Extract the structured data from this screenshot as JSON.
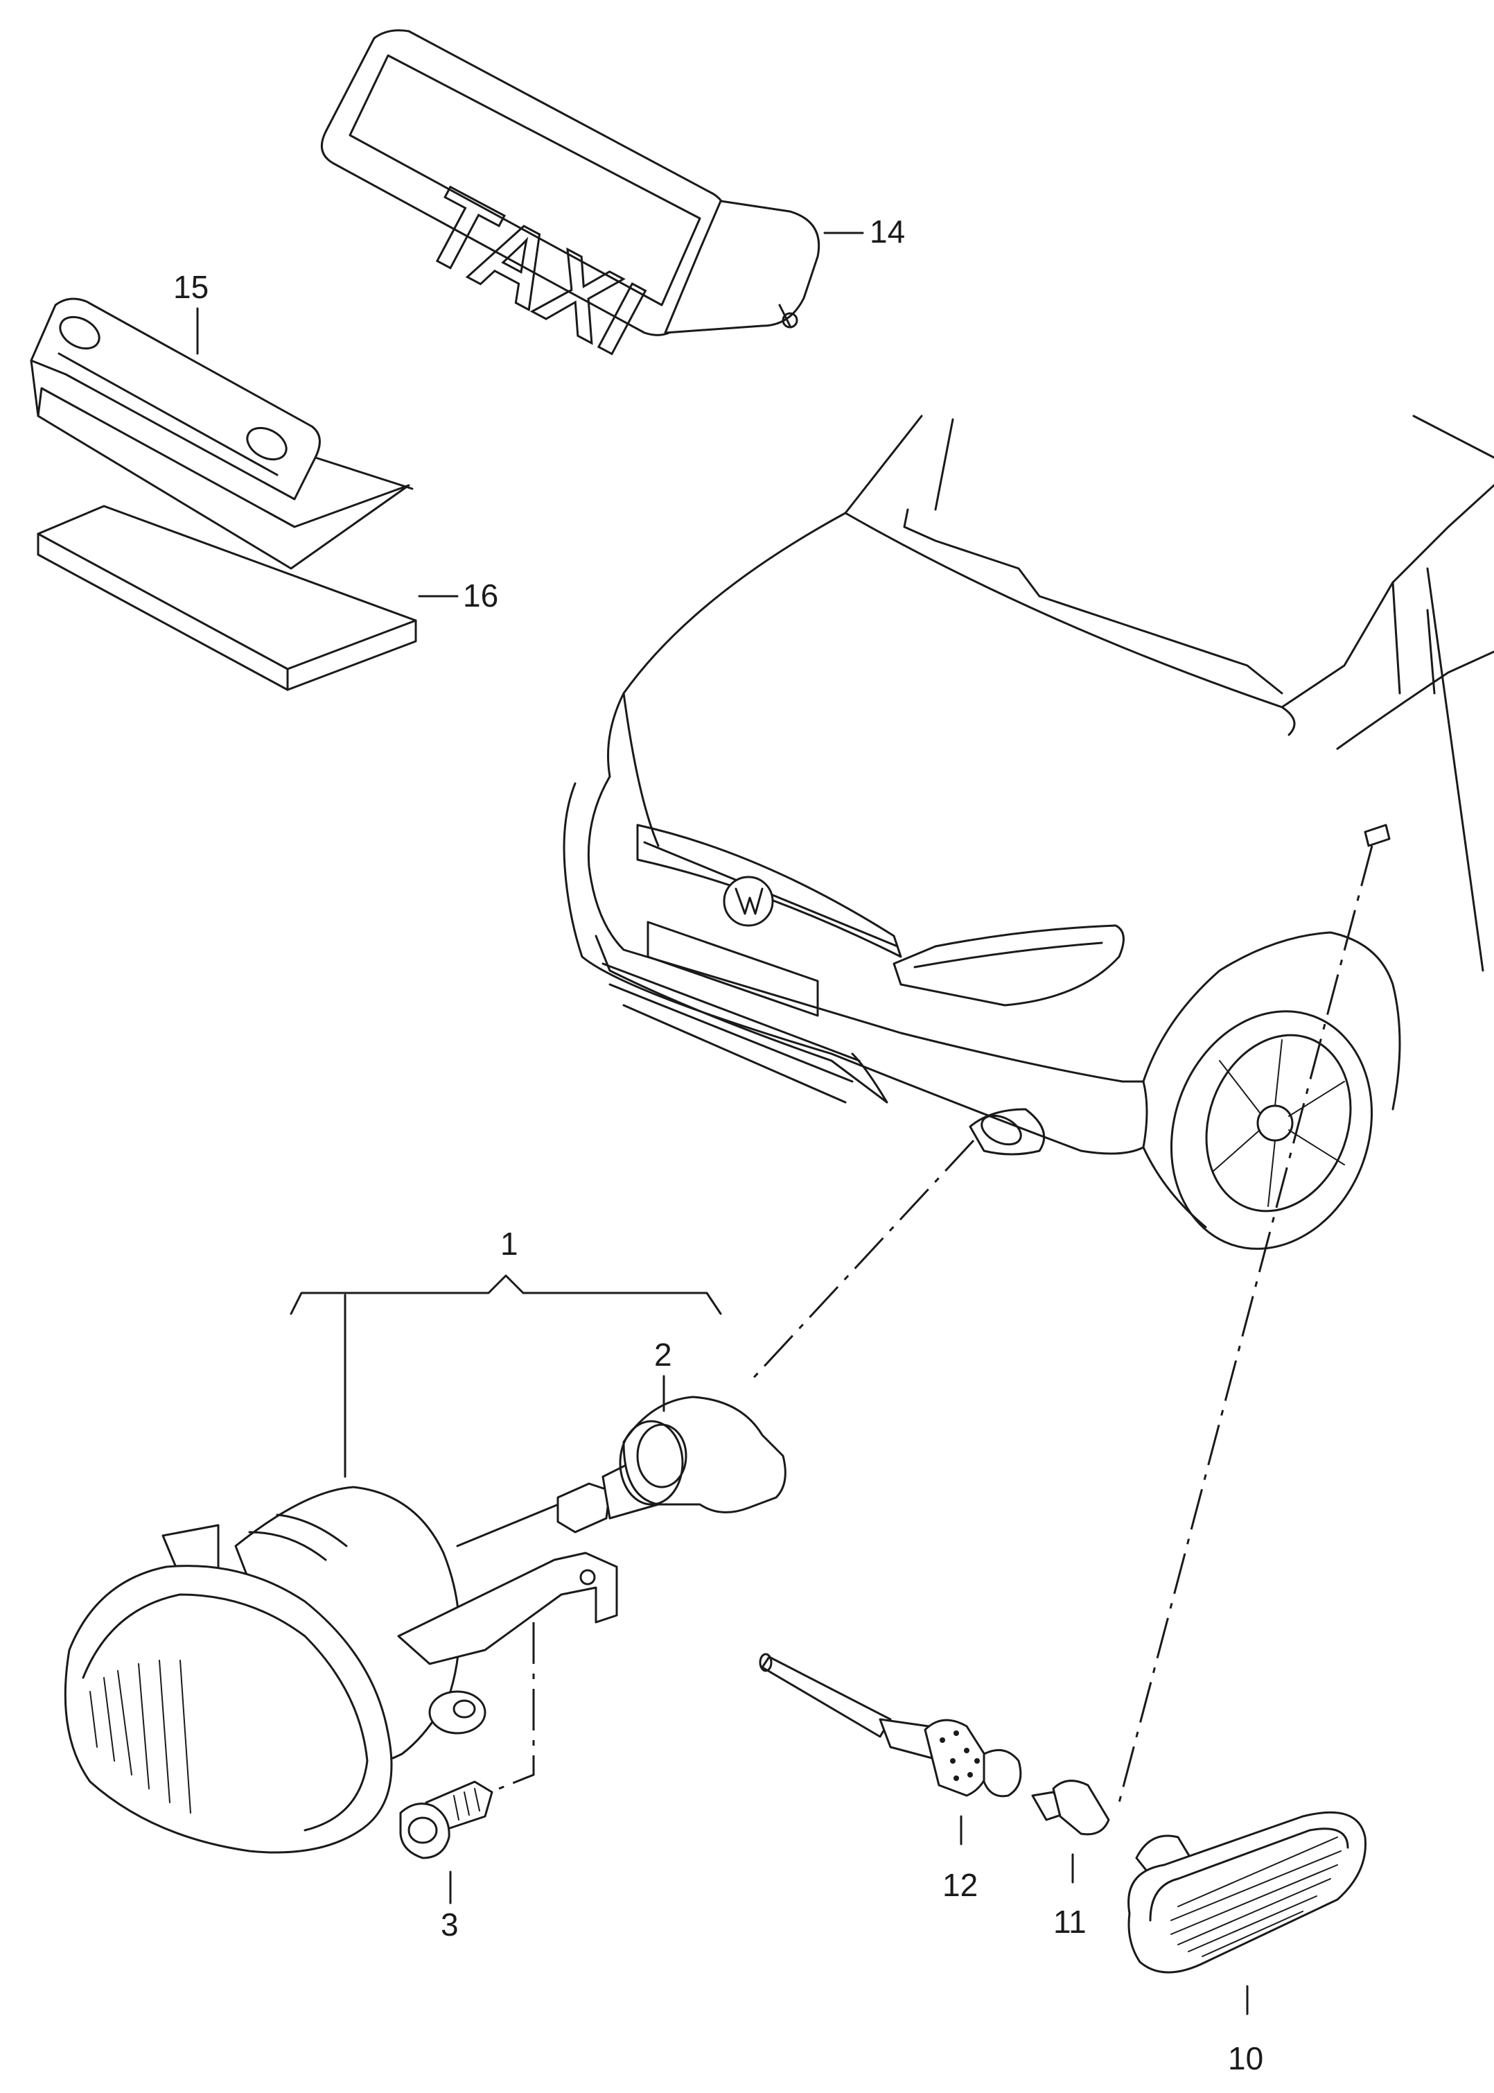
{
  "diagram": {
    "sign_text": "TAXI",
    "callouts": {
      "c1": "1",
      "c2": "2",
      "c3": "3",
      "c10": "10",
      "c11": "11",
      "c12": "12",
      "c14": "14",
      "c15": "15",
      "c16": "16"
    }
  }
}
